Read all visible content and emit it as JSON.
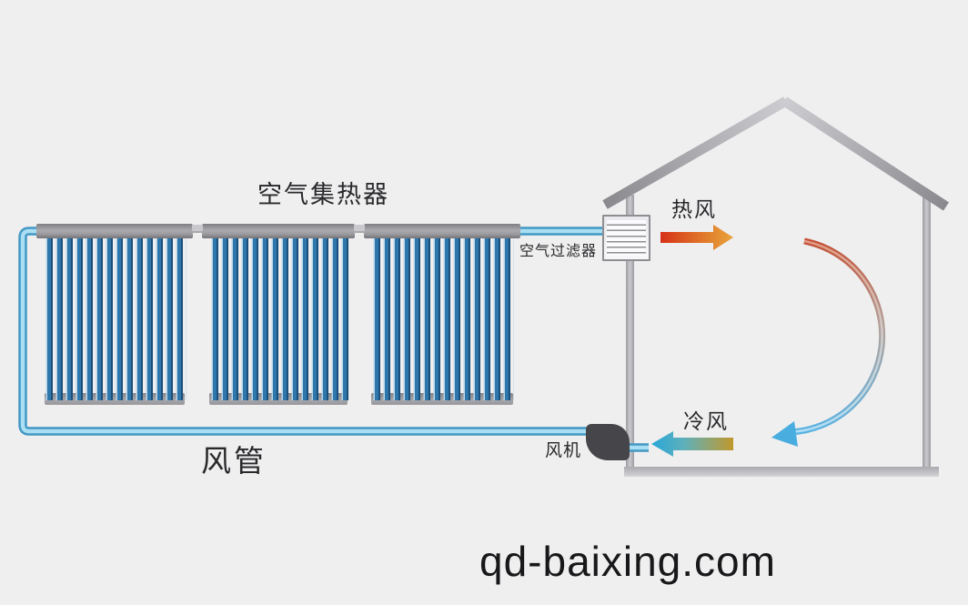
{
  "diagram": {
    "type": "solar-air-heating-system-schematic",
    "collector_panel_count": 3
  },
  "labels": {
    "collector": "空气集热器",
    "filter": "空气过滤器",
    "hot_air": "热风",
    "cold_air": "冷风",
    "fan": "风机",
    "duct": "风管"
  },
  "watermark": {
    "text": "qd-baixing.com"
  },
  "colors": {
    "background": "#efeff0",
    "tube_blue": "#2e77ad",
    "tube_dark_edge": "#1c4f79",
    "duct_outer_blue": "#4398c4",
    "duct_inner_blue": "#aadef3",
    "structure_gray": "#a9a9ad",
    "fan_dark": "#46464a",
    "hot_air_red": "#d63118",
    "hot_air_orange": "#e9a43c",
    "cold_air_blue": "#29a7d8",
    "cold_air_gold": "#c0982c",
    "text": "#29292b"
  }
}
